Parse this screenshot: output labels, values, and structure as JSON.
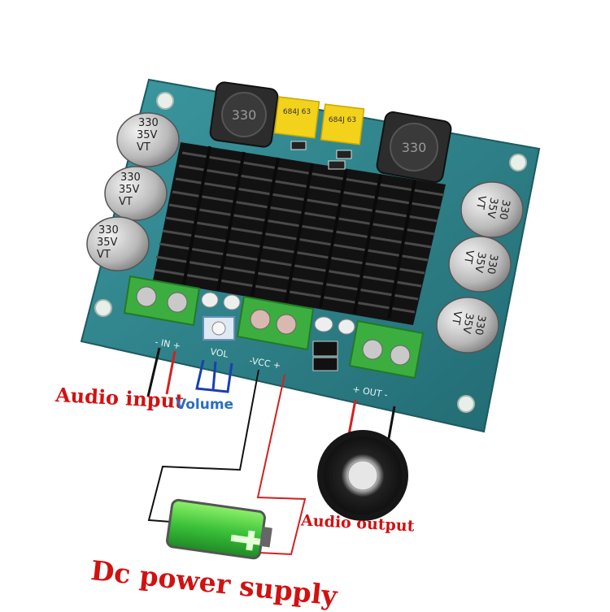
{
  "board": {
    "input_label": "- IN +",
    "vol_label": "VOL",
    "vcc_label": "-VCC +",
    "out_label": "+ OUT -",
    "inductor_value": "330",
    "film_cap_value": "684J 63",
    "cap_line1": "330",
    "cap_line2": "35V",
    "cap_line3": "VT"
  },
  "annotations": {
    "audio_input": "Audio input",
    "volume": "Volume",
    "audio_output": "Audio output",
    "dc_power_supply": "Dc power supply"
  },
  "colors": {
    "pcb": "#2f7f86",
    "heatsink": "#1a1a1a",
    "terminal": "#3cae3f",
    "label_red": "#d21111",
    "label_blue": "#2a6fc0",
    "wire_red": "#d42020",
    "wire_black": "#111111",
    "wire_blue": "#1a3fb0"
  }
}
